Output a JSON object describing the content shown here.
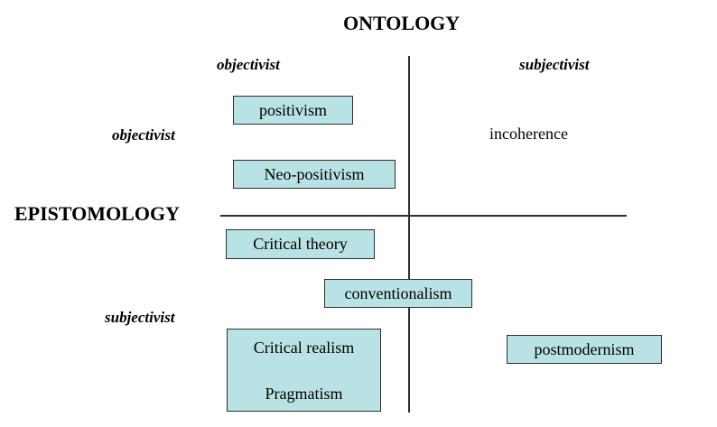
{
  "ontology": {
    "title": "ONTOLOGY",
    "left_label": "objectivist",
    "right_label": "subjectivist"
  },
  "epistemology": {
    "title": "EPISTOMOLOGY",
    "top_label": "objectivist",
    "bottom_label": "subjectivist"
  },
  "positions": {
    "positivism": "positivism",
    "neo_positivism": "Neo-positivism",
    "critical_theory": "Critical theory",
    "conventionalism": "conventionalism",
    "critical_realism": "Critical realism",
    "pragmatism": "Pragmatism",
    "postmodernism": "postmodernism",
    "incoherence": "incoherence"
  },
  "colors": {
    "box_fill": "#b9e2e4",
    "line": "#2f2f2f"
  }
}
